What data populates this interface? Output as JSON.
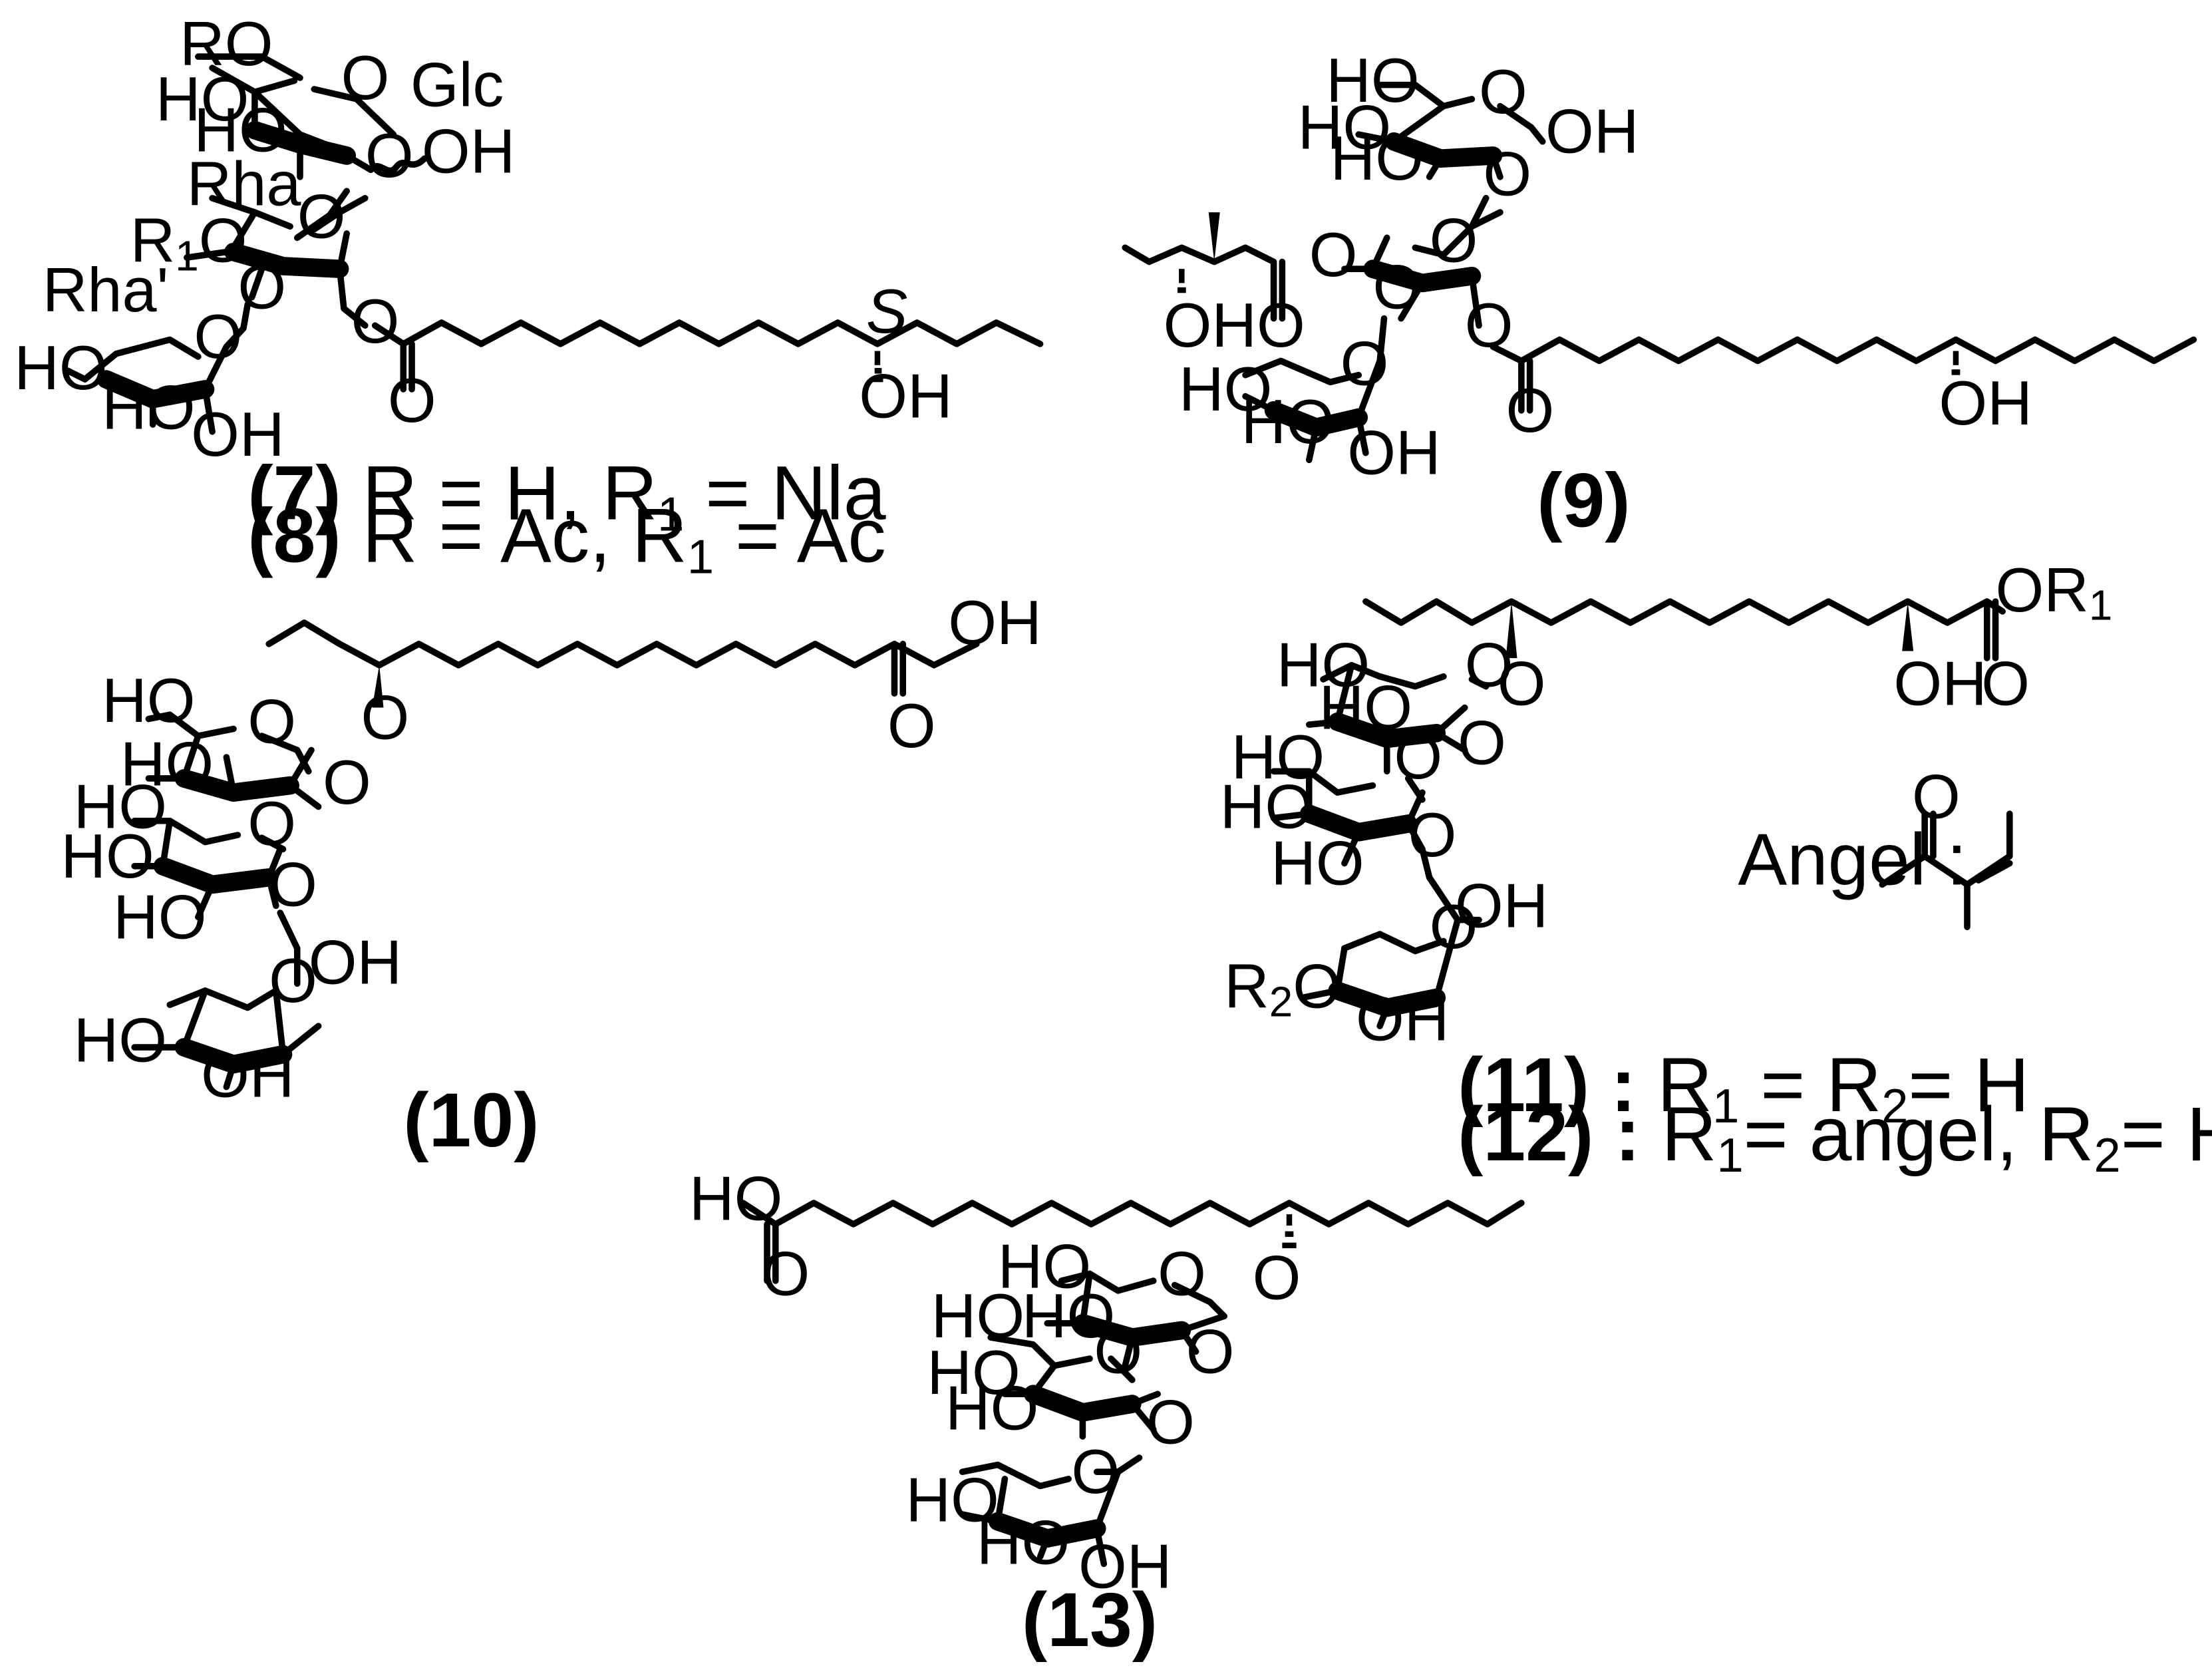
{
  "compounds": [
    {
      "id": "7-8",
      "atoms": {
        "ro": "RO",
        "glc": "Glc",
        "rha": "Rha",
        "rha_prime": "Rha'",
        "r1o": "R",
        "r1o_sub": "1",
        "r1o_o": "O",
        "s": "S",
        "oh": "OH",
        "ho": "HO",
        "o": "O"
      },
      "captions": [
        {
          "num": "(7)",
          "r": " R = H, R",
          "r_sub": "1",
          "r_tail": " = Nla"
        },
        {
          "num": "(8)",
          "r": " R = Ac, R",
          "r_sub": "1",
          "r_tail": " = Ac"
        }
      ]
    },
    {
      "id": "9",
      "caption": "(9)",
      "atoms": {
        "oh": "OH",
        "ho": "HO",
        "o": "O"
      }
    },
    {
      "id": "10",
      "caption": "(10)",
      "atoms": {
        "oh": "OH",
        "ho": "HO",
        "o": "O"
      }
    },
    {
      "id": "11-12",
      "atoms": {
        "or1": "OR",
        "or1_sub": "1",
        "oh": "OH",
        "ho": "HO",
        "o": "O",
        "r2": "R",
        "r2_sub": "2",
        "r2_o": "O"
      },
      "angel_label": "Angel :",
      "captions": [
        {
          "num": "(11) :",
          "t1": " R",
          "s1": "1",
          "t2": " = R",
          "s2": "2",
          "t3": "= H"
        },
        {
          "num": "(12) :",
          "t1": " R",
          "s1": "1",
          "t2": "= angel, R",
          "s2": "2",
          "t3": "= H"
        }
      ]
    },
    {
      "id": "13",
      "caption": "(13)",
      "atoms": {
        "oh": "OH",
        "ho": "HO",
        "o": "O"
      }
    }
  ]
}
